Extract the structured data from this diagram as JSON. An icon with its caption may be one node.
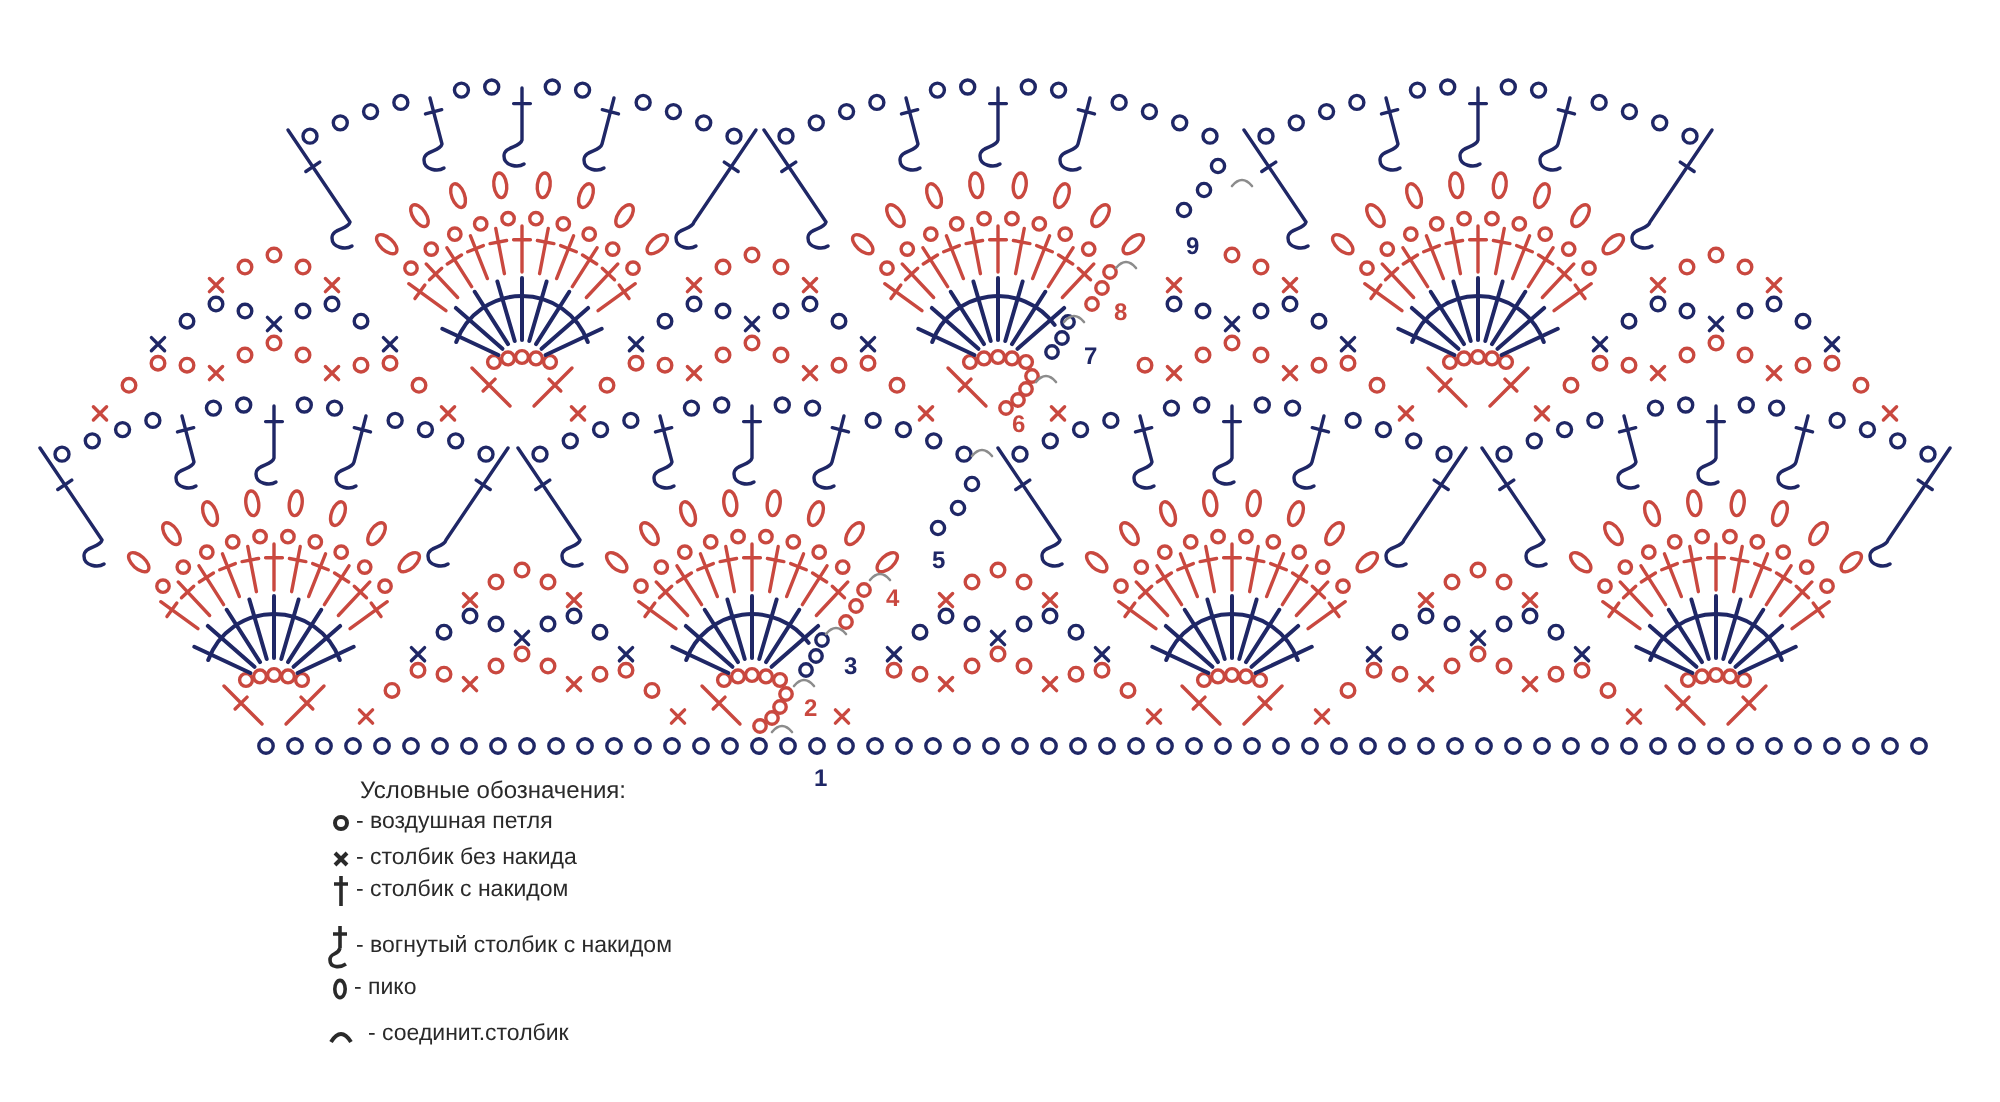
{
  "diagram": {
    "labels": [
      "9",
      "8",
      "7",
      "6",
      "5",
      "4",
      "3",
      "2",
      "1",
      "Условные обозначения:"
    ],
    "legend": [
      {
        "text": "- воздушная петля"
      },
      {
        "text": "- столбик без накида"
      },
      {
        "text": "- столбик с накидом"
      },
      {
        "text": "- вогнутый столбик с накидом"
      },
      {
        "text": "- пико"
      },
      {
        "text": "- соединит.столбик"
      }
    ]
  }
}
